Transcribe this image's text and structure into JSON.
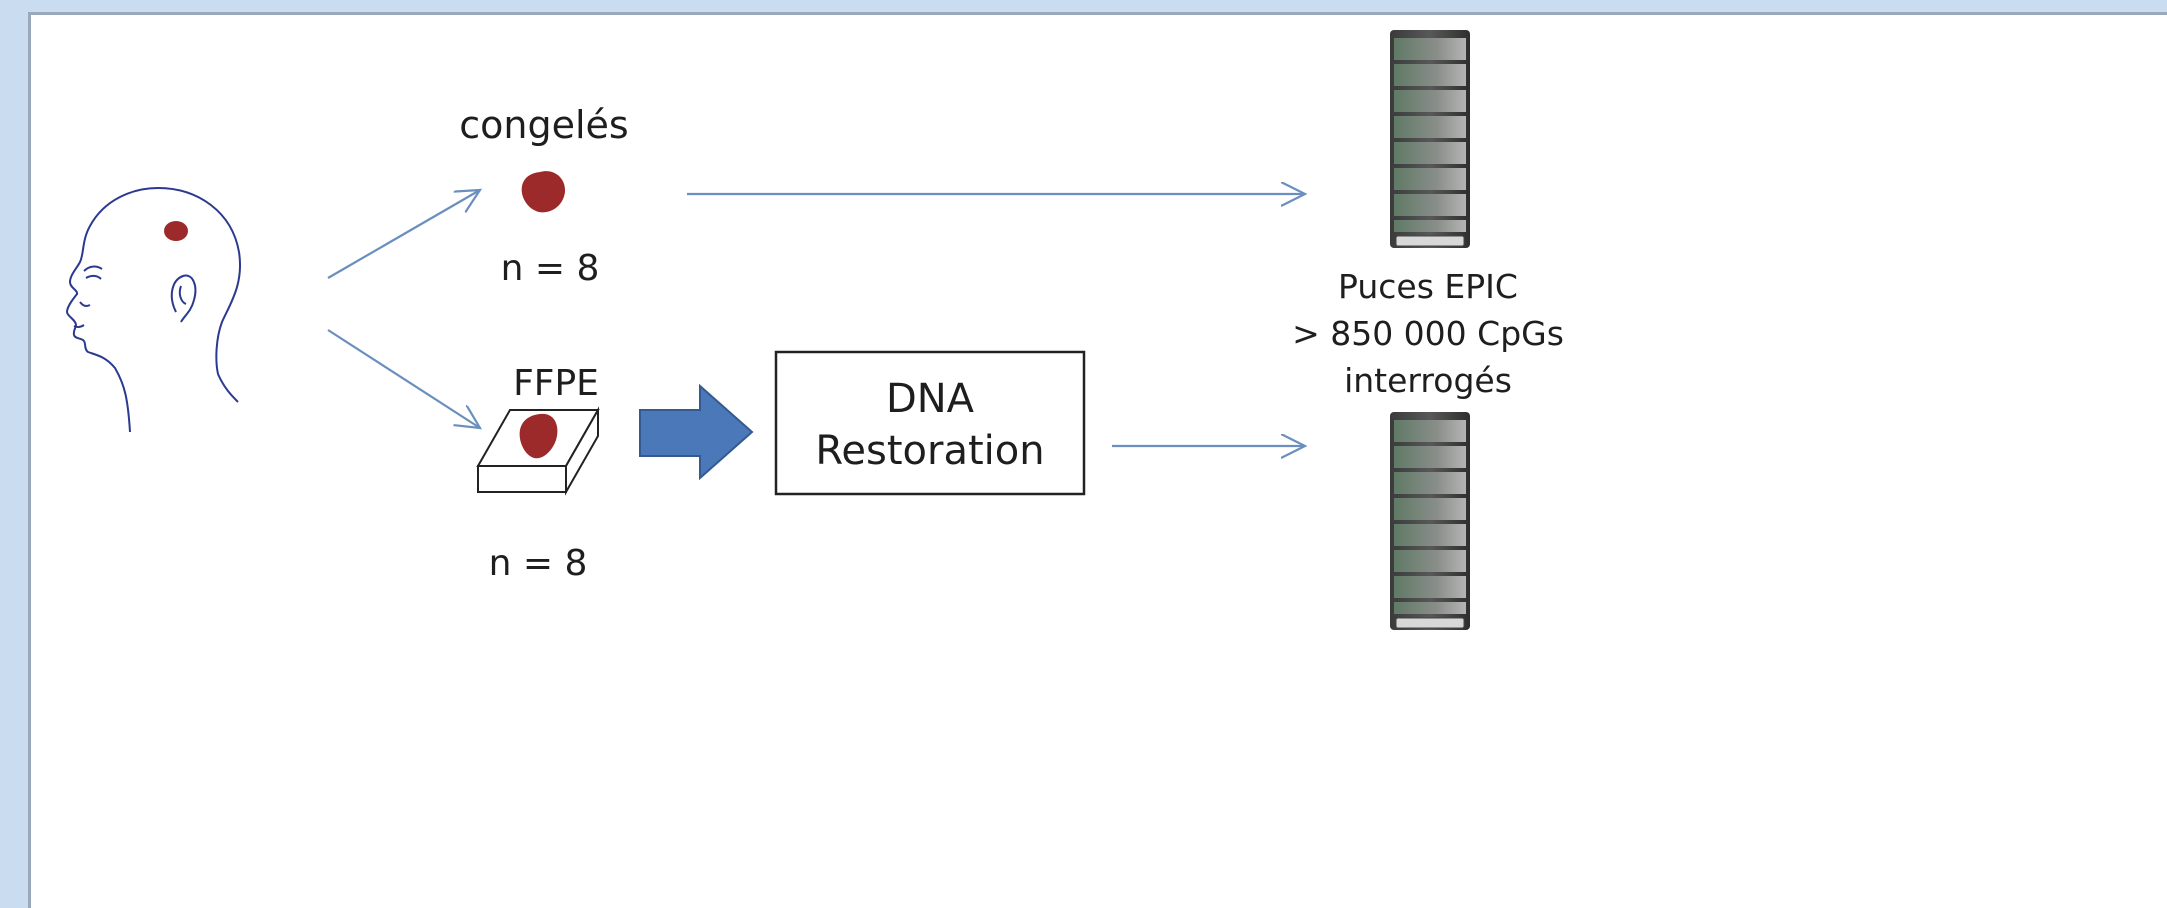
{
  "labels": {
    "frozen": "congelés",
    "frozen_n": "n = 8",
    "ffpe": "FFPE",
    "ffpe_n": "n = 8",
    "dna_line1": "DNA",
    "dna_line2": "Restoration",
    "epic_line1": "Puces EPIC",
    "epic_line2": "> 850 000 CpGs",
    "epic_line3": "interrogés"
  },
  "colors": {
    "arrow": "#6a8fbf",
    "tumor": "#9c2a2a",
    "big_arrow": "#4a78b8",
    "head_stroke": "#2b3a8f",
    "background": "#c9dcf0"
  },
  "icons": {
    "head": "human-head-profile-icon",
    "tumor": "tumor-sample-icon",
    "ffpe_block": "paraffin-block-icon",
    "server": "server-rack-icon"
  }
}
